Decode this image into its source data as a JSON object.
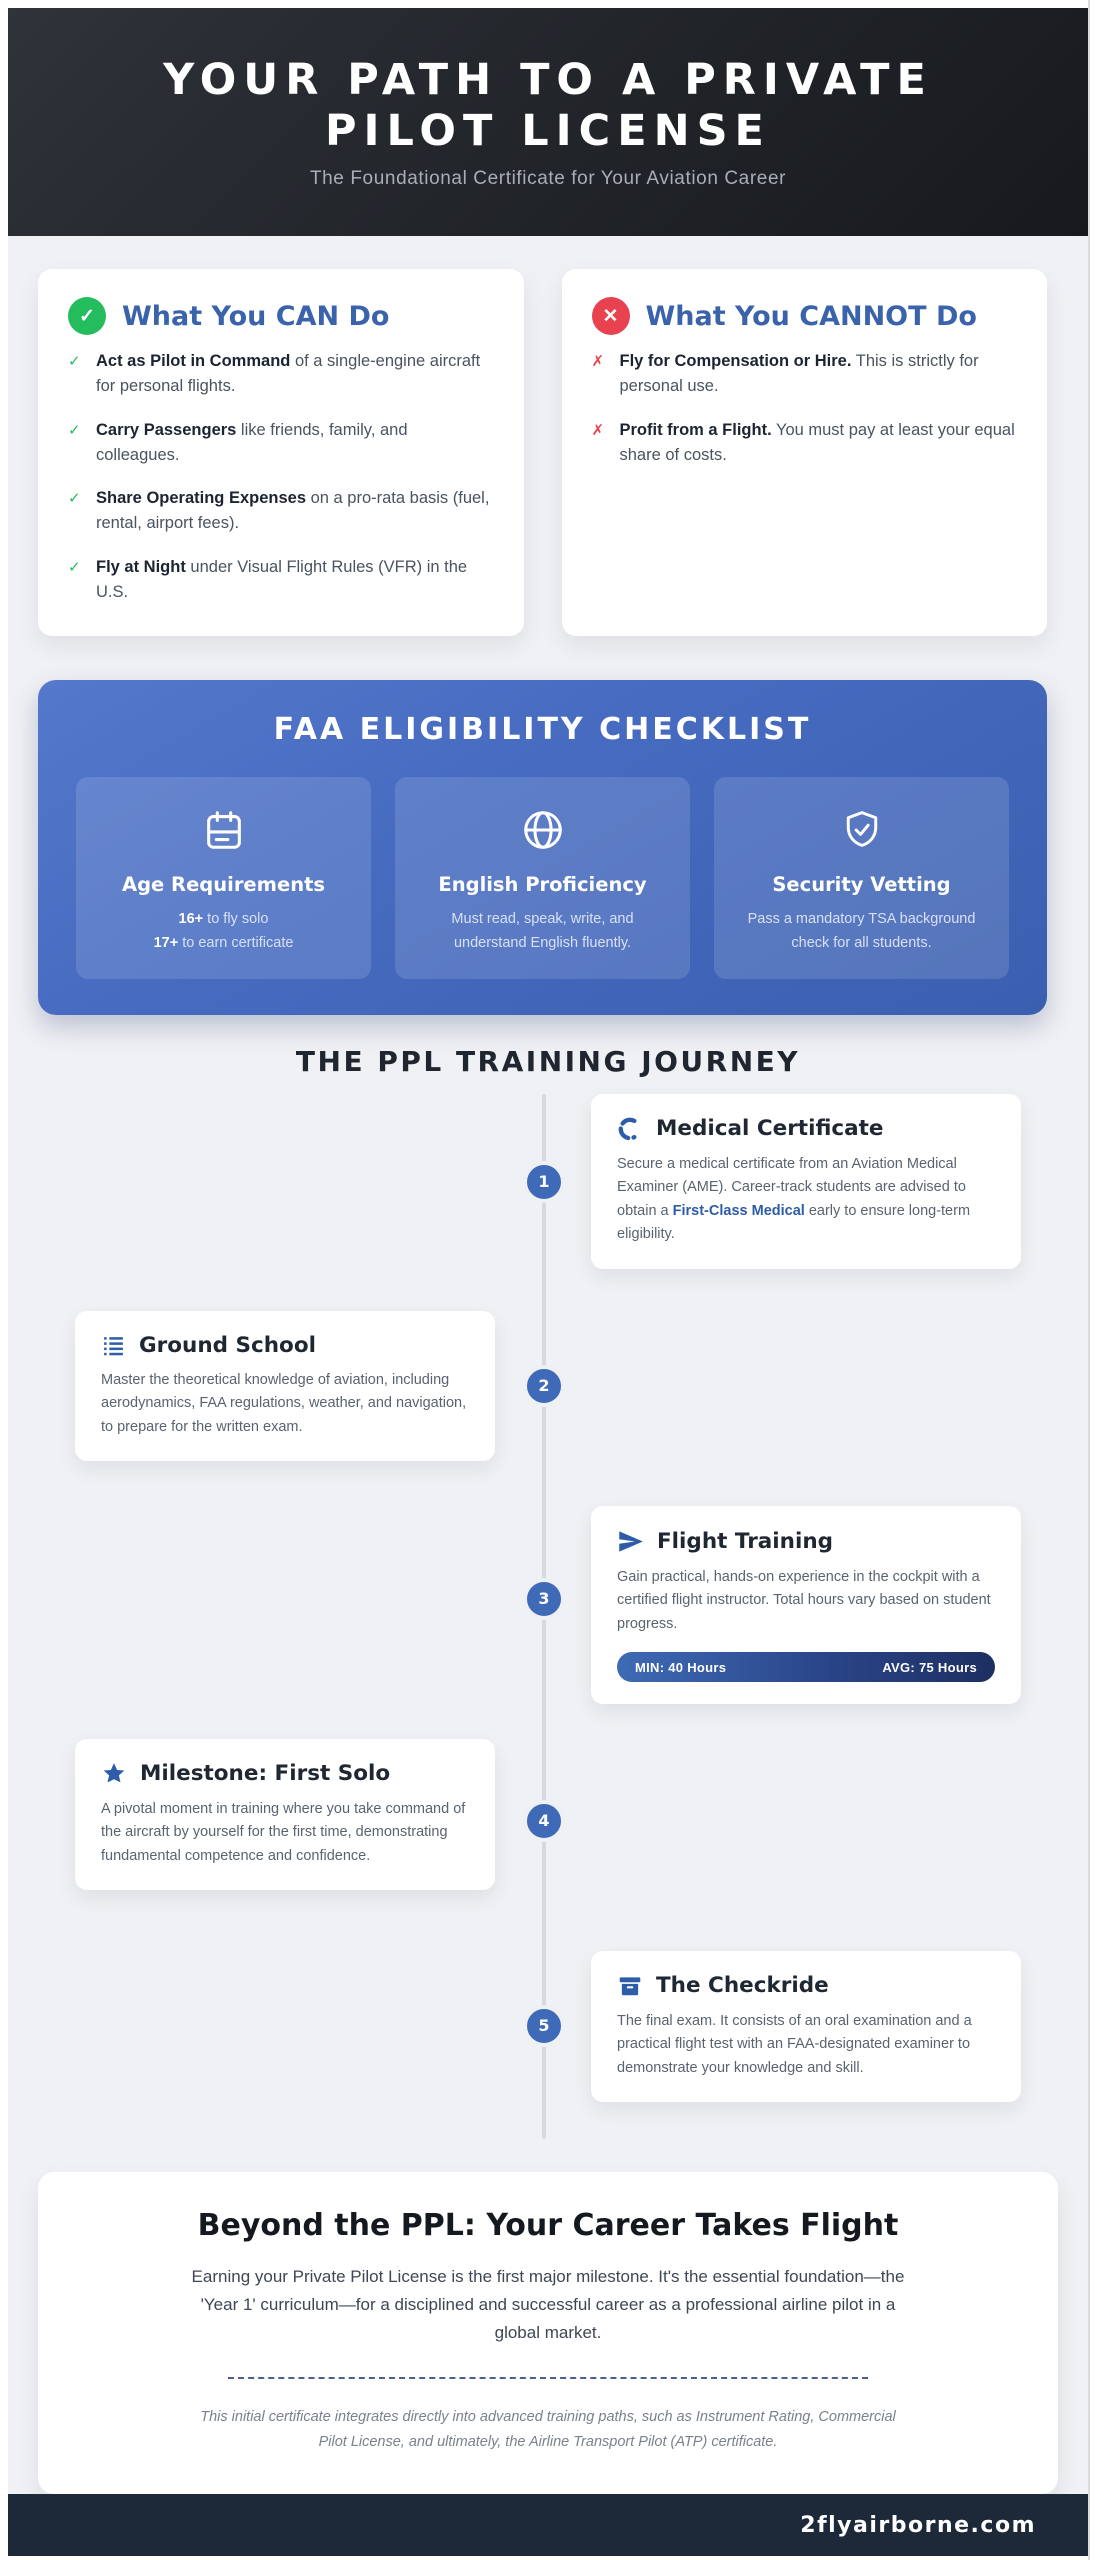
{
  "colors": {
    "page_background": "#f0f1f4",
    "hero_dark": "#24282e",
    "accent_blue": "#3a63ac",
    "badge_blue": "#3e6ab8",
    "green": "#24bd5e",
    "red": "#e8424e",
    "panel_blue_start": "#5478cb",
    "panel_blue_end": "#3b5fb0",
    "pill_start": "#3e6bb5",
    "pill_end": "#1d2f61",
    "footer_navy": "#1d2939"
  },
  "hero": {
    "title_line1": "YOUR PATH TO A PRIVATE",
    "title_line2": "PILOT LICENSE",
    "subtitle": "The Foundational Certificate for Your Aviation Career"
  },
  "can_card": {
    "title": "What You CAN Do",
    "check_char": "✓",
    "items": [
      {
        "bold": "Act as Pilot in Command",
        "rest": " of a single-engine aircraft for personal flights."
      },
      {
        "bold": "Carry Passengers",
        "rest": " like friends, family, and colleagues."
      },
      {
        "bold": "Share Operating Expenses",
        "rest": " on a pro-rata basis (fuel, rental, airport fees)."
      },
      {
        "bold": "Fly at Night",
        "rest": " under Visual Flight Rules (VFR) in the U.S."
      }
    ]
  },
  "cannot_card": {
    "title": "What You CANNOT Do",
    "cross_char": "✗",
    "items": [
      {
        "bold": "Fly for Compensation or Hire.",
        "rest": " This is strictly for personal use."
      },
      {
        "bold": "Profit from a Flight.",
        "rest": " You must pay at least your equal share of costs."
      }
    ]
  },
  "eligibility": {
    "title": "FAA ELIGIBILITY CHECKLIST",
    "cards": [
      {
        "title": "Age Requirements",
        "line1_bold": "16+",
        "line1_rest": " to fly solo",
        "line2_bold": "17+",
        "line2_rest": " to earn certificate"
      },
      {
        "title": "English Proficiency",
        "body": "Must read, speak, write, and understand English fluently."
      },
      {
        "title": "Security Vetting",
        "body": "Pass a mandatory TSA background check for all students."
      }
    ]
  },
  "journey": {
    "title": "THE PPL TRAINING JOURNEY",
    "steps": [
      {
        "num": "1",
        "title": "Medical Certificate",
        "body_before": "Secure a medical certificate from an Aviation Medical Examiner (AME). Career-track students are advised to obtain a ",
        "body_link": "First-Class Medical",
        "body_after": " early to ensure long-term eligibility."
      },
      {
        "num": "2",
        "title": "Ground School",
        "body": "Master the theoretical knowledge of aviation, including aerodynamics, FAA regulations, weather, and navigation, to prepare for the written exam."
      },
      {
        "num": "3",
        "title": "Flight Training",
        "body": "Gain practical, hands-on experience in the cockpit with a certified flight instructor. Total hours vary based on student progress.",
        "min_label": "MIN: 40 Hours",
        "avg_label": "AVG: 75 Hours"
      },
      {
        "num": "4",
        "title": "Milestone: First Solo",
        "body": "A pivotal moment in training where you take command of the aircraft by yourself for the first time, demonstrating fundamental competence and confidence."
      },
      {
        "num": "5",
        "title": "The Checkride",
        "body": "The final exam. It consists of an oral examination and a practical flight test with an FAA-designated examiner to demonstrate your knowledge and skill."
      }
    ]
  },
  "beyond": {
    "title": "Beyond the PPL: Your Career Takes Flight",
    "paragraph": "Earning your Private Pilot License is the first major milestone. It's the essential foundation—the 'Year 1' curriculum—for a disciplined and successful career as a professional airline pilot in a global market.",
    "footnote": "This initial certificate integrates directly into advanced training paths, such as Instrument Rating, Commercial Pilot License, and ultimately, the Airline Transport Pilot (ATP) certificate."
  },
  "footer": {
    "site": "2flyairborne.com"
  }
}
